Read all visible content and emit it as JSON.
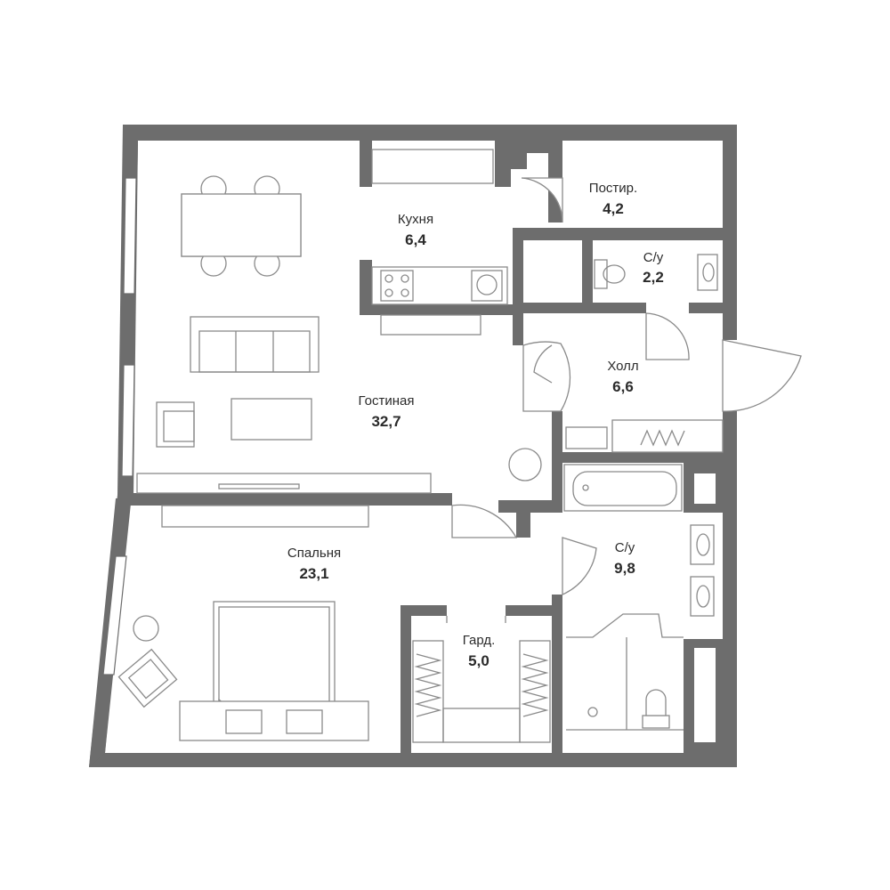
{
  "plan": {
    "rooms": {
      "living": {
        "name": "Гостиная",
        "area": "32,7"
      },
      "kitchen": {
        "name": "Кухня",
        "area": "6,4"
      },
      "laundry": {
        "name": "Постир.",
        "area": "4,2"
      },
      "wc_small": {
        "name": "С/у",
        "area": "2,2"
      },
      "hall": {
        "name": "Холл",
        "area": "6,6"
      },
      "bedroom": {
        "name": "Спальня",
        "area": "23,1"
      },
      "wardrobe": {
        "name": "Гард.",
        "area": "5,0"
      },
      "bath": {
        "name": "С/у",
        "area": "9,8"
      }
    },
    "colors": {
      "wall": "#6d6d6d",
      "furniture": "#8a8a8a",
      "background": "#ffffff"
    }
  }
}
